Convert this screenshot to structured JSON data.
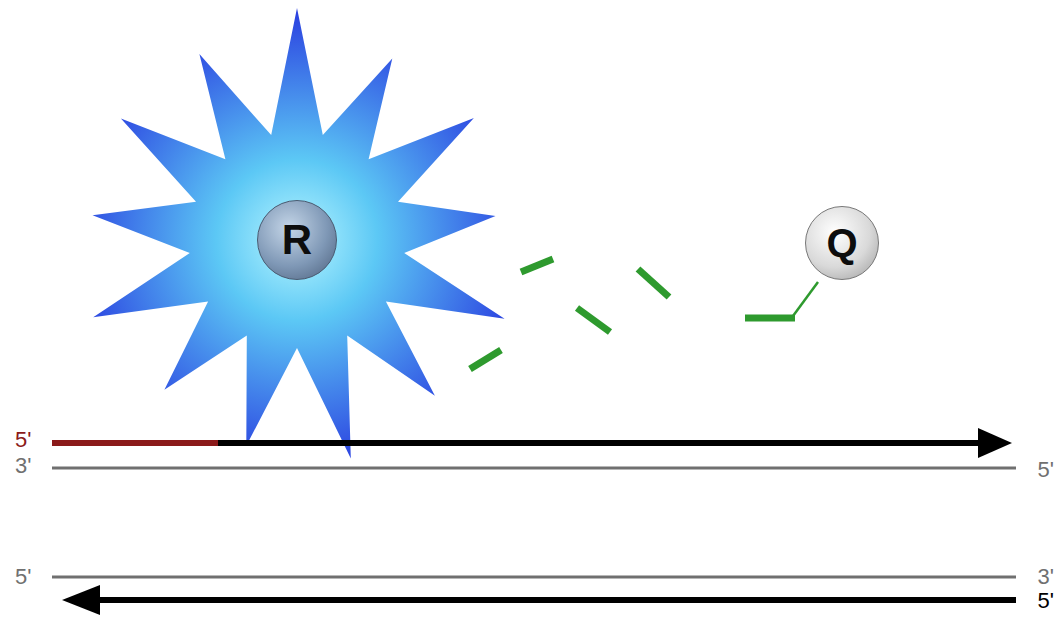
{
  "diagram": {
    "nodes": [
      {
        "text": [
          "R"
        ]
      },
      {
        "text": [
          "Q"
        ]
      }
    ],
    "labels": [
      "5'",
      "3'",
      "5'",
      "5'",
      "3'",
      "5'"
    ]
  }
}
